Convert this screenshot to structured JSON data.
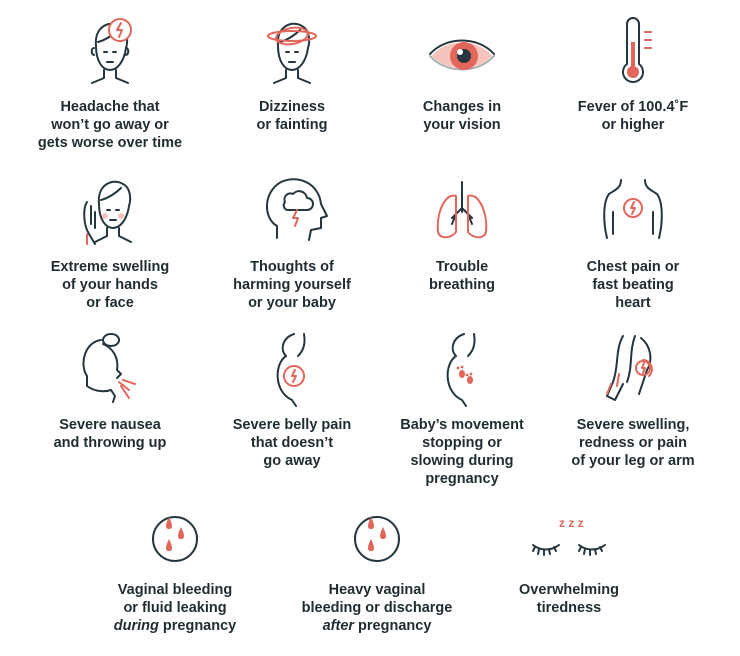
{
  "accent_color": "#e2675a",
  "ink_color": "#243640",
  "items": [
    {
      "icon": "headache-icon",
      "lines": [
        "Headache that",
        "won’t go away or",
        "gets worse over time"
      ]
    },
    {
      "icon": "dizziness-icon",
      "lines": [
        "Dizziness",
        "or fainting"
      ]
    },
    {
      "icon": "eye-icon",
      "lines": [
        "Changes in",
        "your vision"
      ]
    },
    {
      "icon": "thermometer-icon",
      "lines": [
        "Fever of 100.4˚F",
        "or higher"
      ]
    },
    {
      "icon": "swelling-face-icon",
      "lines": [
        "Extreme swelling",
        "of your hands",
        "or face"
      ]
    },
    {
      "icon": "head-storm-icon",
      "lines": [
        "Thoughts of",
        "harming yourself",
        "or your baby"
      ]
    },
    {
      "icon": "lungs-icon",
      "lines": [
        "Trouble",
        "breathing"
      ]
    },
    {
      "icon": "chest-pain-icon",
      "lines": [
        "Chest pain or",
        "fast beating",
        "heart"
      ]
    },
    {
      "icon": "nausea-icon",
      "lines": [
        "Severe nausea",
        "and throwing up"
      ]
    },
    {
      "icon": "belly-pain-icon",
      "lines": [
        "Severe belly pain",
        "that doesn’t",
        "go away"
      ]
    },
    {
      "icon": "baby-movement-icon",
      "lines": [
        "Baby’s movement",
        "stopping or",
        "slowing during",
        "pregnancy"
      ]
    },
    {
      "icon": "leg-swelling-icon",
      "lines": [
        "Severe swelling,",
        "redness or pain",
        "of your leg or arm"
      ]
    },
    {
      "icon": "bleeding-during-icon",
      "lines": [
        "Vaginal bleeding",
        "or fluid leaking"
      ],
      "emph": "during",
      "tail": " pregnancy"
    },
    {
      "icon": "bleeding-after-icon",
      "lines": [
        "Heavy vaginal",
        "bleeding or discharge"
      ],
      "emph": "after",
      "tail": " pregnancy"
    },
    {
      "icon": "tiredness-icon",
      "lines": [
        "Overwhelming",
        "tiredness"
      ],
      "zzz": "z z z"
    }
  ]
}
